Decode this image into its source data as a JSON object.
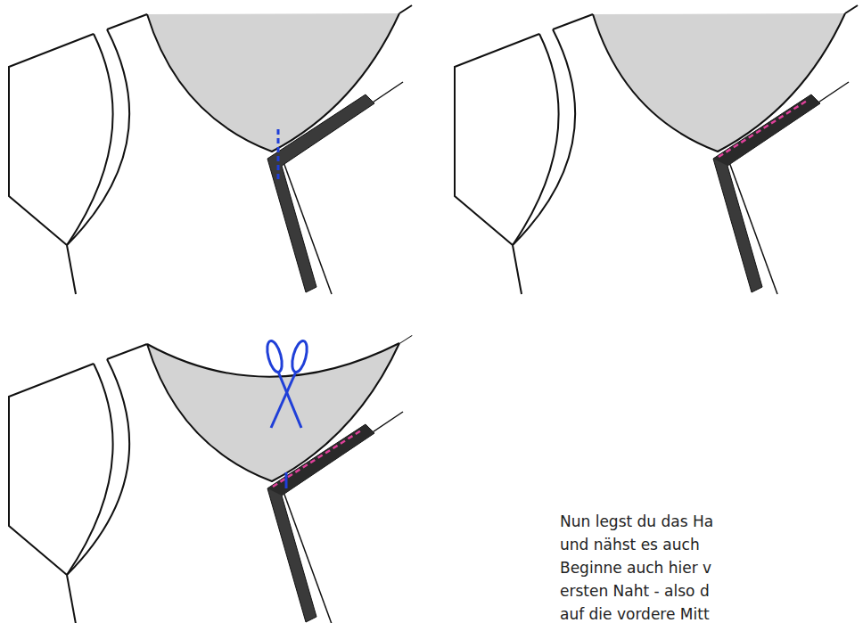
{
  "diagram": {
    "labels": [
      "Nun legst du das Ha",
      "und nähst es auch",
      "Beginne auch hier v",
      "ersten Naht - also d",
      "auf die vordere Mitt"
    ]
  }
}
